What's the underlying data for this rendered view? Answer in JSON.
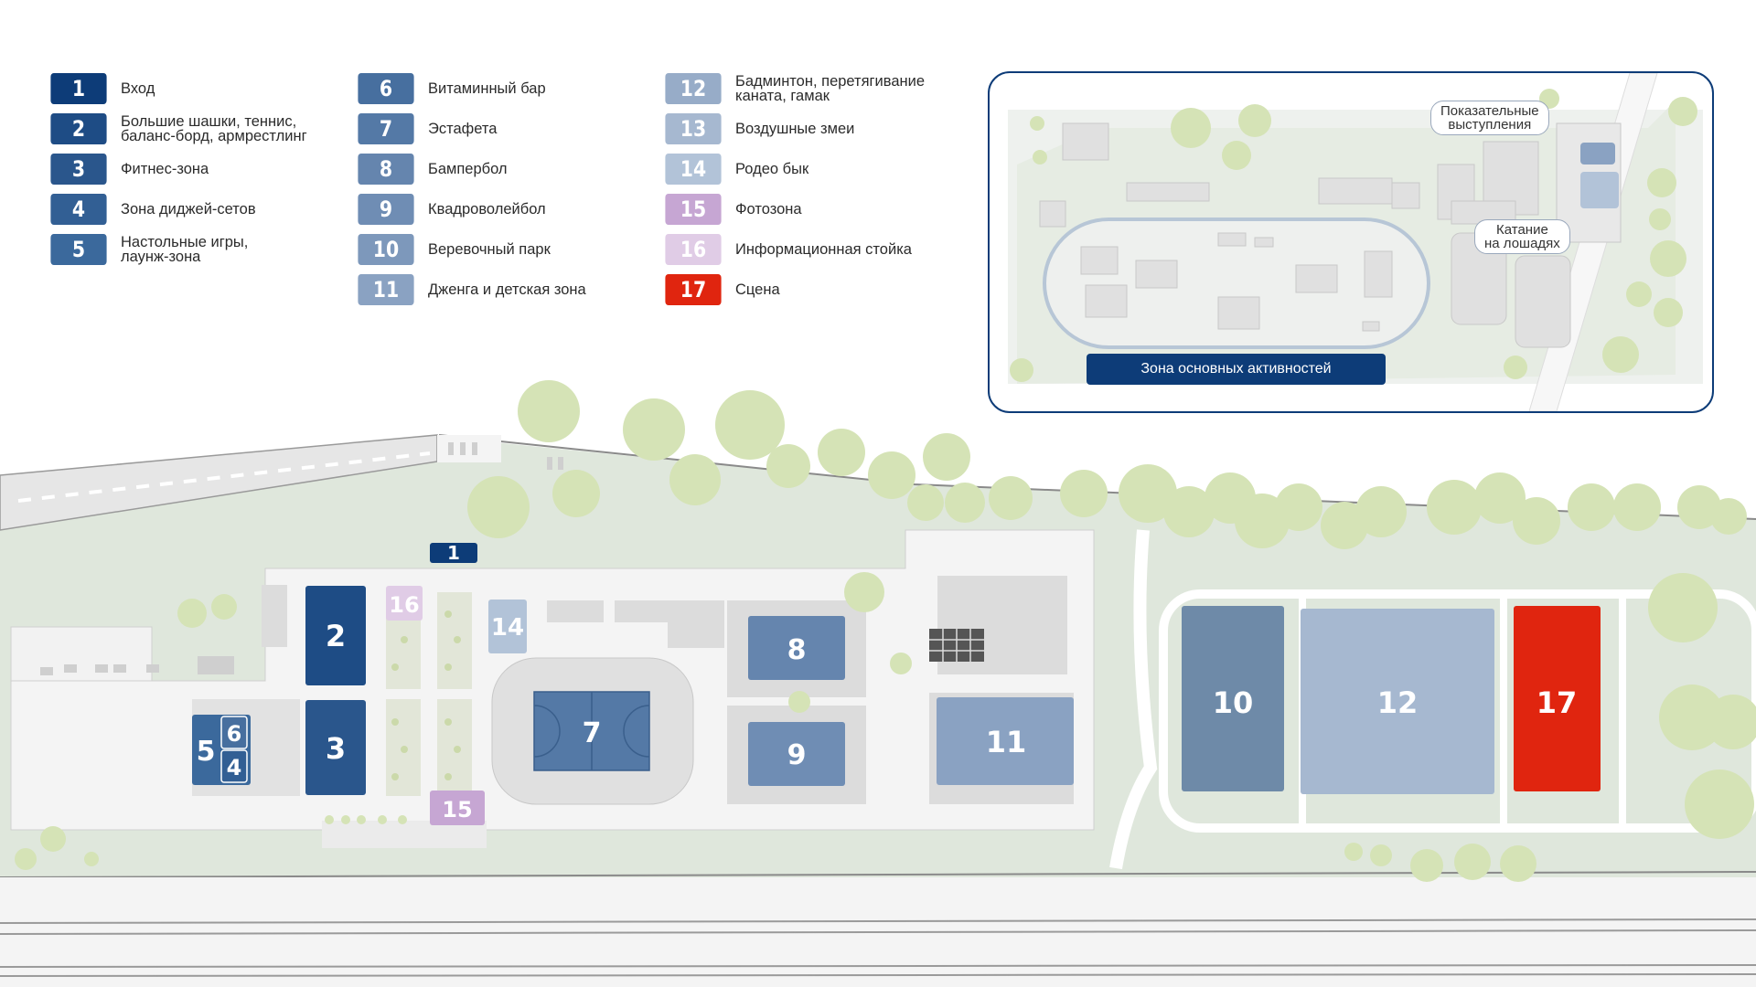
{
  "legend": [
    {
      "id": "1",
      "label": "Вход",
      "color": "#0d3c78"
    },
    {
      "id": "2",
      "label": "Большие шашки, теннис,\nбаланс-борд, армрестлинг",
      "color": "#1e4c85"
    },
    {
      "id": "3",
      "label": "Фитнес-зона",
      "color": "#2a568c"
    },
    {
      "id": "4",
      "label": "Зона диджей-сетов",
      "color": "#325f94"
    },
    {
      "id": "5",
      "label": "Настольные игры,\nлаунж-зона",
      "color": "#3b699c"
    },
    {
      "id": "6",
      "label": "Витаминный бар",
      "color": "#476f9f"
    },
    {
      "id": "7",
      "label": "Эстафета",
      "color": "#5479a6"
    },
    {
      "id": "8",
      "label": "Бампербол",
      "color": "#6585ae"
    },
    {
      "id": "9",
      "label": "Квадроволейбол",
      "color": "#6f8db4"
    },
    {
      "id": "10",
      "label": "Веревочный парк",
      "color": "#7d98bb"
    },
    {
      "id": "11",
      "label": "Дженга и детская зона",
      "color": "#8aa2c2"
    },
    {
      "id": "12",
      "label": "Бадминтон, перетягивание\nканата, гамак",
      "color": "#97acc8"
    },
    {
      "id": "13",
      "label": "Воздушные змеи",
      "color": "#a6b8d0"
    },
    {
      "id": "14",
      "label": "Родео бык",
      "color": "#b2c3d8"
    },
    {
      "id": "15",
      "label": "Фотозона",
      "color": "#c6a6d3"
    },
    {
      "id": "16",
      "label": "Информационная стойка",
      "color": "#e0cce6"
    },
    {
      "id": "17",
      "label": "Сцена",
      "color": "#e0250f"
    }
  ],
  "inset": {
    "tag_shows": "Показательные\nвыступления",
    "tag_horses": "Катание\nна лошадях",
    "main_zone_label": "Зона основных активностей"
  },
  "colors": {
    "grass": "#dfe7dc",
    "tree": "#d5e3b6",
    "building": "#d9d9d9",
    "pavement": "#f4f4f4",
    "stage": "#e0250f"
  }
}
